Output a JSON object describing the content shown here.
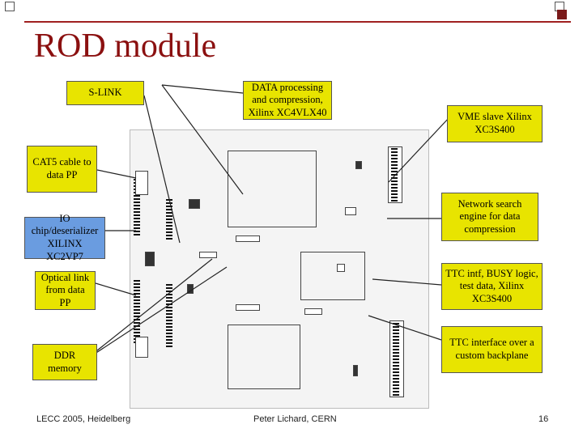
{
  "slide": {
    "title": "ROD module",
    "footer_left": "LECC 2005, Heidelberg",
    "footer_center": "Peter Lichard, CERN",
    "page_number": "16"
  },
  "labels": {
    "slink": "S-LINK",
    "data_processing": "DATA processing and compression, Xilinx XC4VLX40",
    "vme_slave": "VME slave Xilinx XC3S400",
    "cat5": "CAT5 cable to data PP",
    "network_search": "Network search engine  for data compression",
    "io_chip": "IO chip/deserializer XILINX XC2VP7",
    "ttc_intf": "TTC intf, BUSY logic, test data, Xilinx XC3S400",
    "optical_link": "Optical link from data PP",
    "ttc_interface": "TTC interface over a custom backplane",
    "ddr_memory": "DDR memory"
  },
  "colors": {
    "title": "#8b1010",
    "rule": "#a02020",
    "yellow_label": "#e8e400",
    "blue_label": "#6a9ce0"
  }
}
